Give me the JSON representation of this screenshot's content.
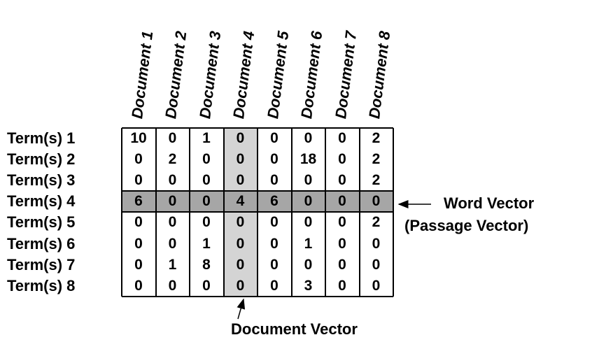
{
  "columns": [
    "Document 1",
    "Document 2",
    "Document 3",
    "Document 4",
    "Document 5",
    "Document 6",
    "Document 7",
    "Document 8"
  ],
  "rows": [
    "Term(s) 1",
    "Term(s) 2",
    "Term(s) 3",
    "Term(s) 4",
    "Term(s) 5",
    "Term(s) 6",
    "Term(s) 7",
    "Term(s) 8"
  ],
  "matrix": [
    [
      "10",
      "0",
      "1",
      "0",
      "0",
      "0",
      "0",
      "2"
    ],
    [
      "0",
      "2",
      "0",
      "0",
      "0",
      "18",
      "0",
      "2"
    ],
    [
      "0",
      "0",
      "0",
      "0",
      "0",
      "0",
      "0",
      "2"
    ],
    [
      "6",
      "0",
      "0",
      "4",
      "6",
      "0",
      "0",
      "0"
    ],
    [
      "0",
      "0",
      "0",
      "0",
      "0",
      "0",
      "0",
      "2"
    ],
    [
      "0",
      "0",
      "1",
      "0",
      "0",
      "1",
      "0",
      "0"
    ],
    [
      "0",
      "1",
      "8",
      "0",
      "0",
      "0",
      "0",
      "0"
    ],
    [
      "0",
      "0",
      "0",
      "0",
      "0",
      "3",
      "0",
      "0"
    ]
  ],
  "highlight": {
    "column_index": 3,
    "row_index": 3
  },
  "labels": {
    "word_vector": "Word Vector",
    "passage_vector": "(Passage Vector)",
    "document_vector": "Document Vector"
  },
  "colors": {
    "column_highlight": "#d4d4d4",
    "row_highlight": "#a6a6a6",
    "grid_line": "#000000"
  }
}
